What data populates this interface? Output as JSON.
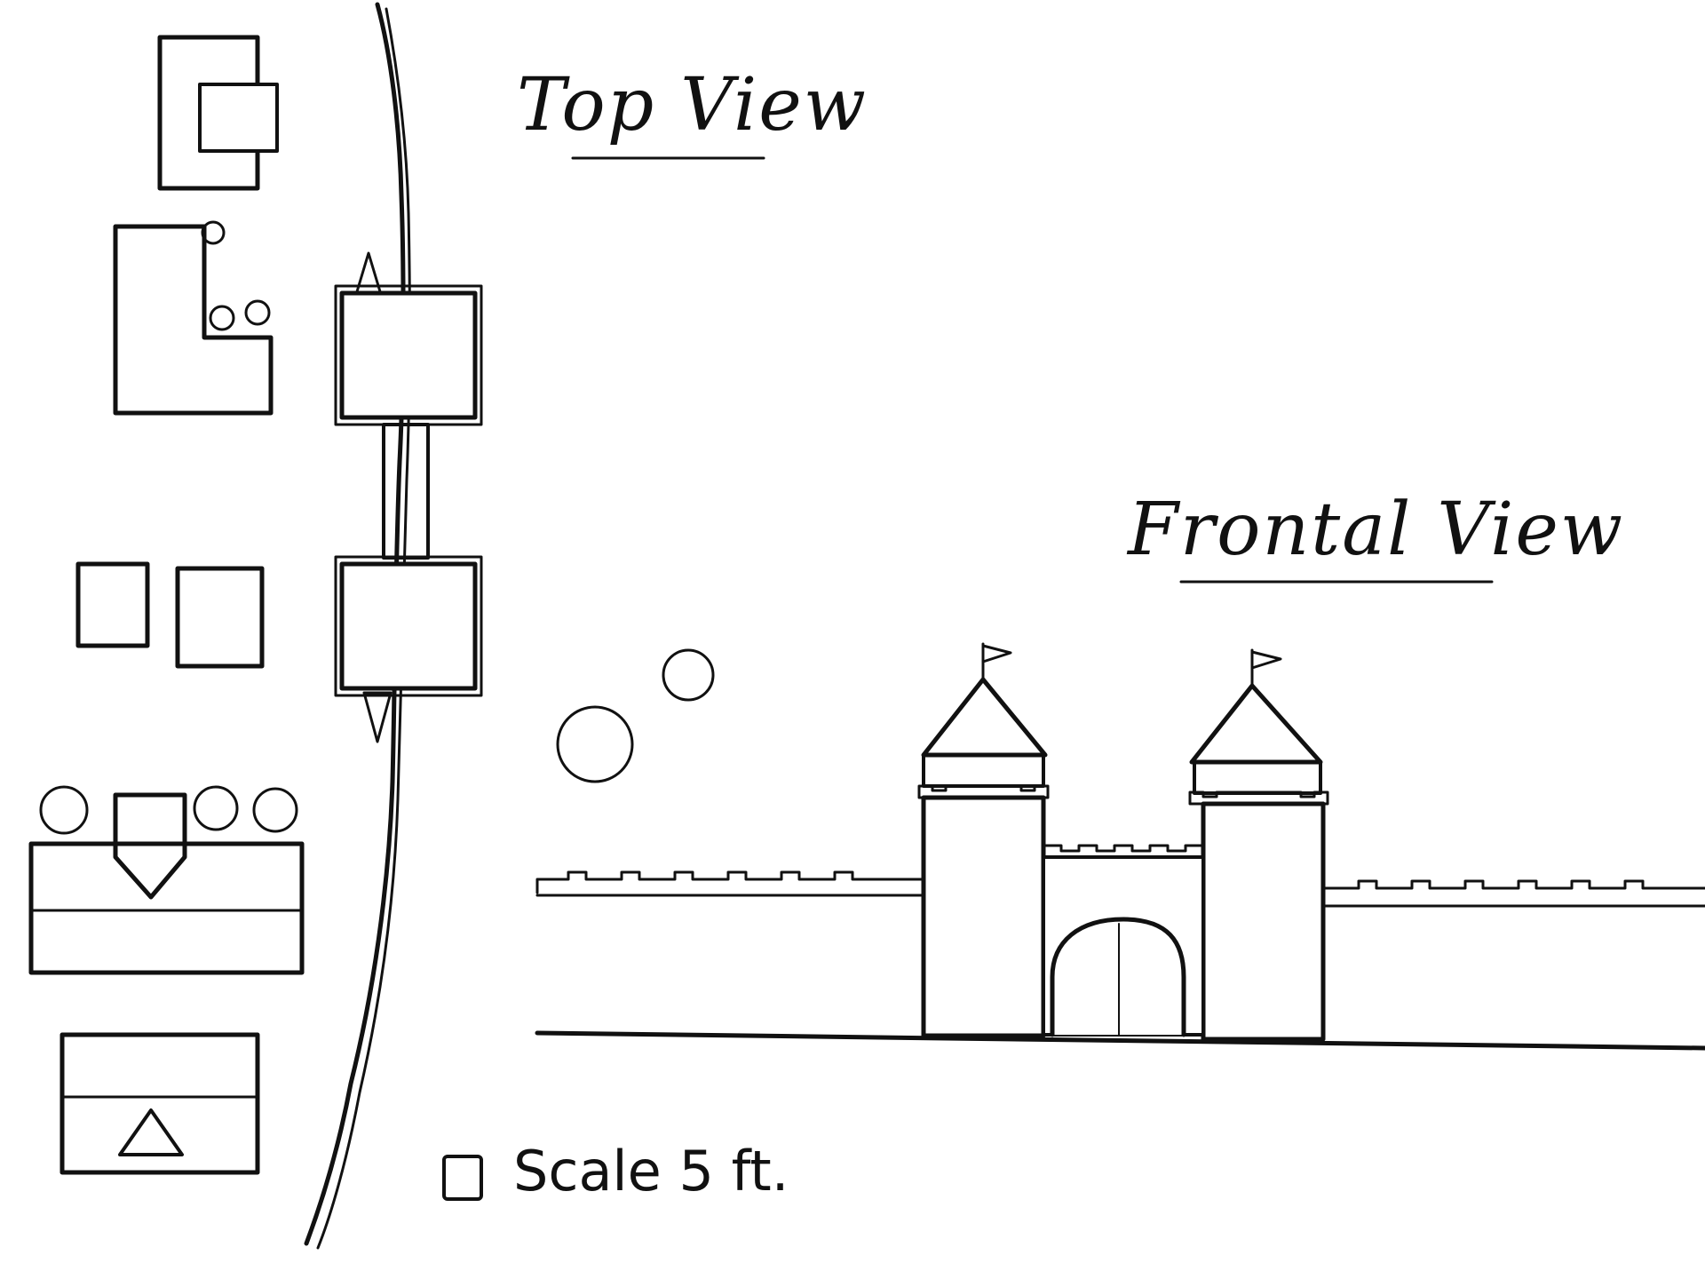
{
  "labels": {
    "top_view": "Top View",
    "frontal_view": "Frontal View",
    "scale": "Scale 5 ft."
  },
  "icons": {
    "scale_square": "scale-square-icon",
    "flag": "flag-icon",
    "tree": "tree-icon",
    "gate": "gate-icon"
  },
  "colors": {
    "ink": "#111111",
    "paper": "#ffffff"
  }
}
